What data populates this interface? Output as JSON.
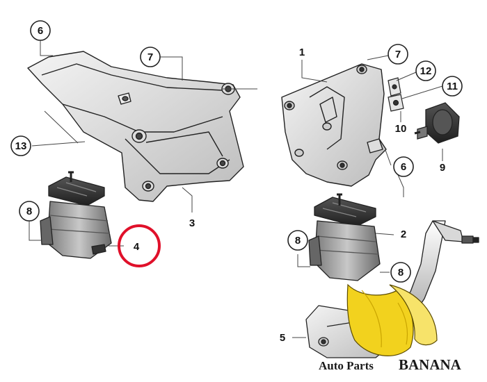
{
  "callouts": {
    "c6_top": "6",
    "c7_left": "7",
    "c13": "13",
    "c8_left": "8",
    "c4": "4",
    "c3": "3",
    "c1": "1",
    "c7_right": "7",
    "c12": "12",
    "c11": "11",
    "c10": "10",
    "c9": "9",
    "c6_right": "6",
    "c2": "2",
    "c8_right": "8",
    "c8_bottom": "8",
    "c5": "5"
  },
  "highlight": {
    "color": "#e0102a",
    "target": "4"
  },
  "logo": {
    "text_left": "Auto Parts",
    "text_right": "BANANA",
    "banana_color": "#f2d21e"
  }
}
